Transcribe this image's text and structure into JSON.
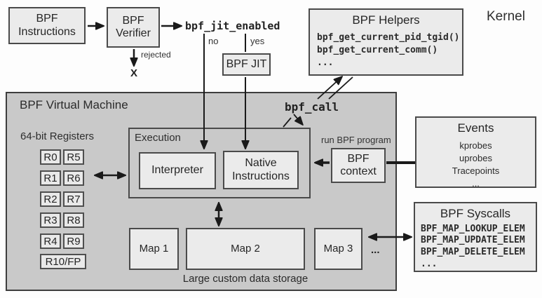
{
  "diagram": {
    "kernel": "Kernel",
    "instructions": "BPF Instructions",
    "verifier": "BPF Verifier",
    "jit_enabled": "bpf_jit_enabled",
    "no": "no",
    "yes": "yes",
    "rejected": "rejected",
    "rejected_x": "X",
    "jit": "BPF JIT",
    "helpers": {
      "title": "BPF Helpers",
      "items": [
        "bpf_get_current_pid_tgid()",
        "bpf_get_current_comm()",
        "..."
      ]
    },
    "vm": {
      "title": "BPF Virtual Machine",
      "registers_title": "64-bit Registers",
      "registers": [
        "R0",
        "R5",
        "R1",
        "R6",
        "R2",
        "R7",
        "R3",
        "R8",
        "R4",
        "R9",
        "R10/FP"
      ],
      "execution": {
        "title": "Execution",
        "interpreter": "Interpreter",
        "native": "Native Instructions"
      },
      "bpf_call": "bpf_call",
      "maps": [
        "Map 1",
        "Map 2",
        "Map 3"
      ],
      "maps_more": "...",
      "storage": "Large custom data storage"
    },
    "run_program": "run BPF program",
    "context": "BPF context",
    "events": {
      "title": "Events",
      "items": [
        "kprobes",
        "uprobes",
        "Tracepoints",
        "..."
      ]
    },
    "syscalls": {
      "title": "BPF Syscalls",
      "items": [
        "BPF_MAP_LOOKUP_ELEM",
        "BPF_MAP_UPDATE_ELEM",
        "BPF_MAP_DELETE_ELEM",
        "..."
      ]
    },
    "colors": {
      "vm_fill": "#c9c9c9",
      "node_fill": "#ebebeb",
      "border": "#4a4a4a",
      "arrow": "#1a1a1a"
    }
  }
}
